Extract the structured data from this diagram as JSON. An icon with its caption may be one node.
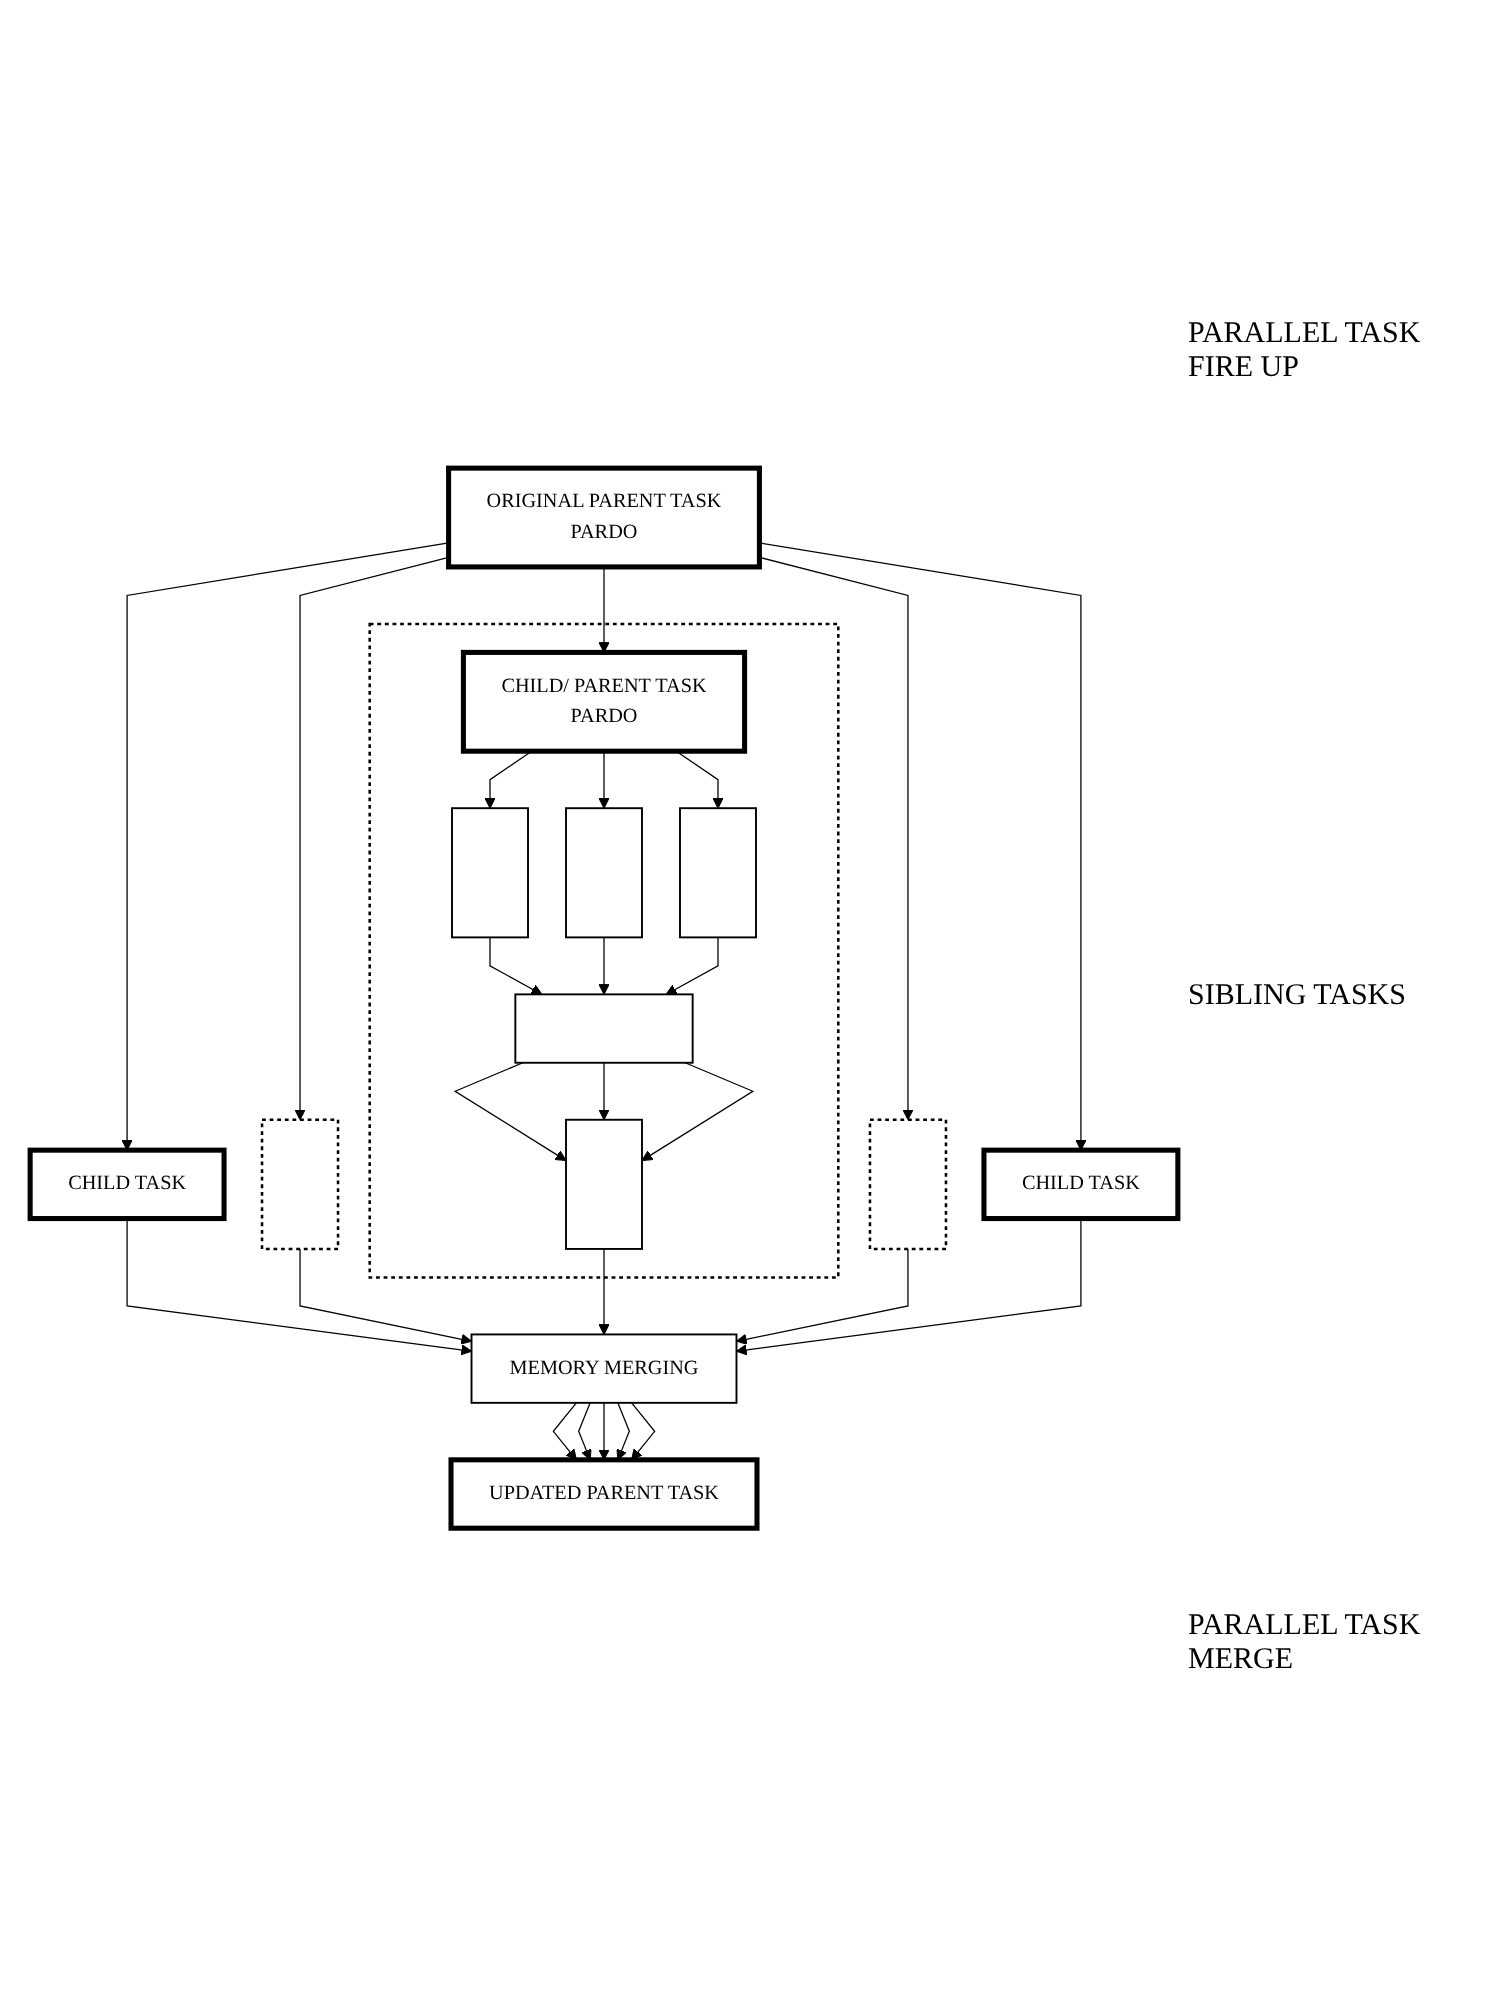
{
  "diagram": {
    "nodes": [
      {
        "text": [
          "ORIGINAL PARENT TASK",
          "PARDO"
        ]
      },
      {
        "text": [
          "CHILD TASK"
        ]
      },
      {
        "text": [],
        "shape": "box"
      },
      {
        "text": [],
        "shape": "box"
      },
      {
        "text": [
          "CHILD/ PARENT TASK",
          "PARDO"
        ],
        "in": 3
      },
      {
        "text": [],
        "shape": "box",
        "in": 3
      },
      {
        "text": [],
        "shape": "box",
        "in": 3
      },
      {
        "text": [],
        "shape": "box",
        "in": 3
      },
      {
        "text": [],
        "shape": "bar",
        "in": 3
      },
      {
        "text": [],
        "shape": "box",
        "in": 3
      },
      {
        "text": [],
        "shape": "box"
      },
      {
        "text": [
          "CHILD TASK"
        ]
      },
      {
        "text": [
          "MEMORY MERGING"
        ]
      },
      {
        "text": [
          "UPDATED PARENT TASK"
        ]
      }
    ],
    "edges": [
      {
        "from": 0,
        "to": 1,
        "arrow": "to"
      },
      {
        "from": 0,
        "to": 2,
        "arrow": "to"
      },
      {
        "from": 0,
        "to": 4,
        "arrow": "to"
      },
      {
        "from": 0,
        "to": 10,
        "arrow": "to"
      },
      {
        "from": 0,
        "to": 11,
        "arrow": "to"
      },
      {
        "from": 4,
        "to": 5,
        "arrow": "to"
      },
      {
        "from": 4,
        "to": 6,
        "arrow": "to"
      },
      {
        "from": 4,
        "to": 7,
        "arrow": "to"
      },
      {
        "from": 5,
        "to": 8,
        "arrow": "to"
      },
      {
        "from": 6,
        "to": 8,
        "arrow": "to"
      },
      {
        "from": 7,
        "to": 8,
        "arrow": "to"
      },
      {
        "from": 8,
        "to": 9,
        "arrow": "to"
      },
      {
        "from": 8,
        "to": 9,
        "arrow": "to"
      },
      {
        "from": 8,
        "to": 9,
        "arrow": "to"
      },
      {
        "from": 1,
        "to": 12,
        "arrow": "to"
      },
      {
        "from": 2,
        "to": 12,
        "arrow": "to"
      },
      {
        "from": 9,
        "to": 12,
        "arrow": "to"
      },
      {
        "from": 10,
        "to": 12,
        "arrow": "to"
      },
      {
        "from": 11,
        "to": 12,
        "arrow": "to"
      },
      {
        "from": 12,
        "to": 13,
        "arrow": "to"
      },
      {
        "from": 12,
        "to": 13,
        "arrow": "to"
      },
      {
        "from": 12,
        "to": 13,
        "arrow": "to"
      },
      {
        "from": 12,
        "to": 13,
        "arrow": "to"
      },
      {
        "from": 12,
        "to": 13,
        "arrow": "to"
      }
    ],
    "labels": [
      "PARALLEL TASK FIRE UP",
      "SIBLING TASKS",
      "PARALLEL TASK MERGE"
    ]
  }
}
